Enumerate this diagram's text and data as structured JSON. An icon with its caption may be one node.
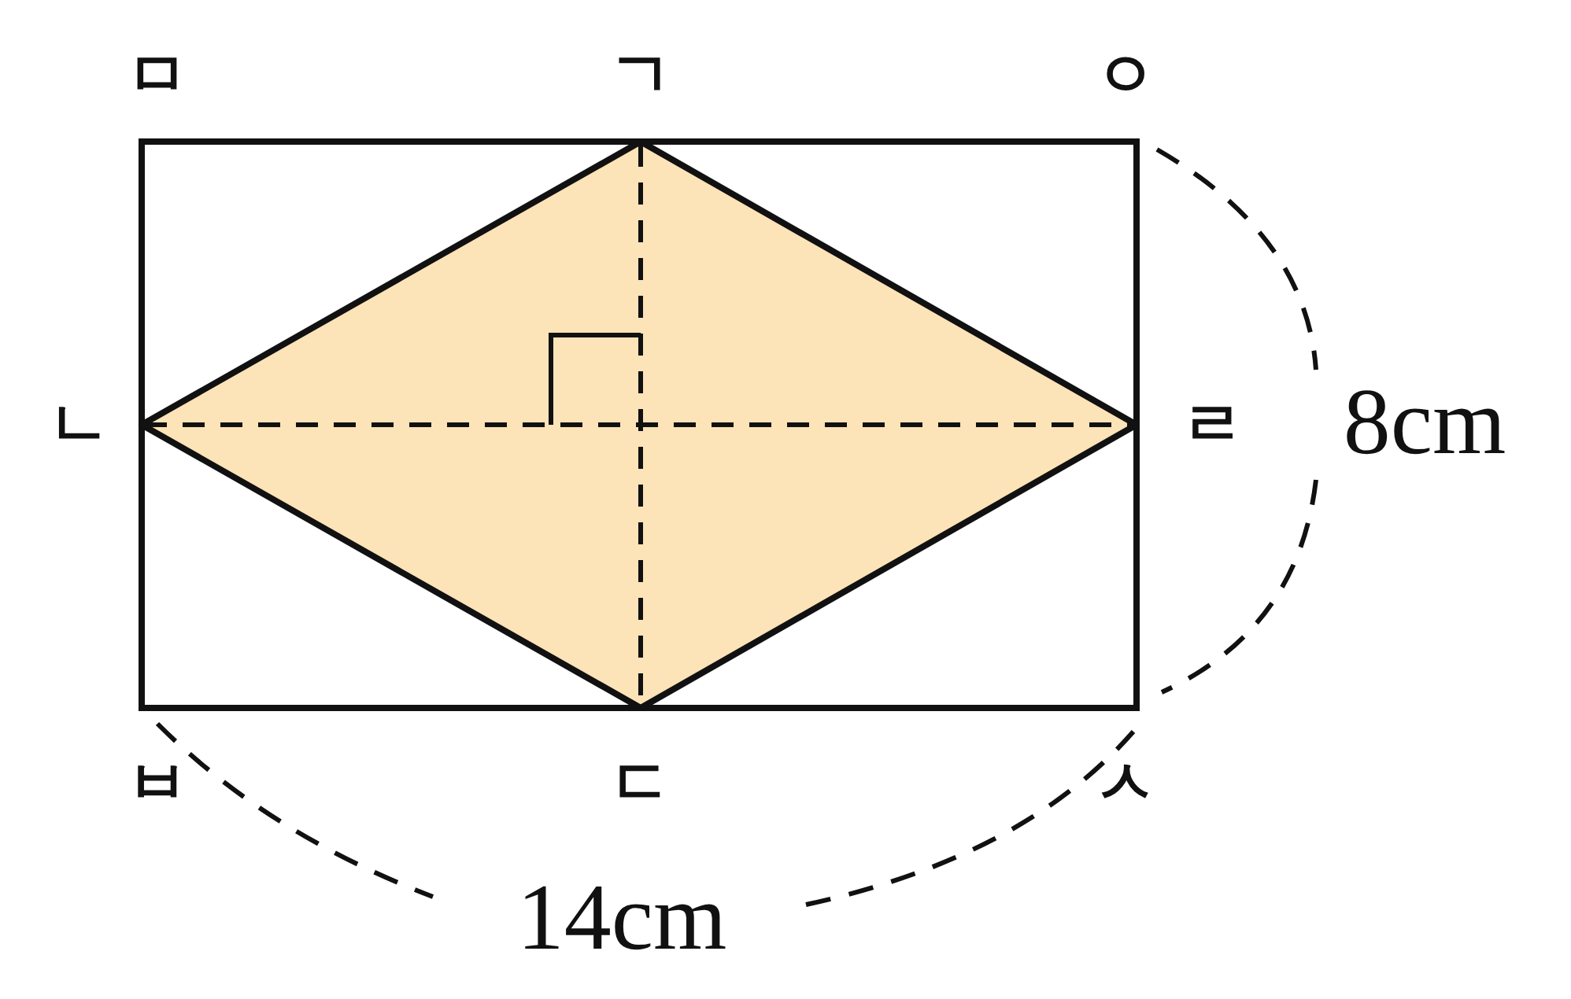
{
  "diagram": {
    "labels": [
      "ㅁ",
      "ㄱ",
      "ㅇ",
      "ㄴ",
      "ㄹ",
      "8cm",
      "ㅂ",
      "ㄷ",
      "ㅅ",
      "14cm"
    ]
  }
}
